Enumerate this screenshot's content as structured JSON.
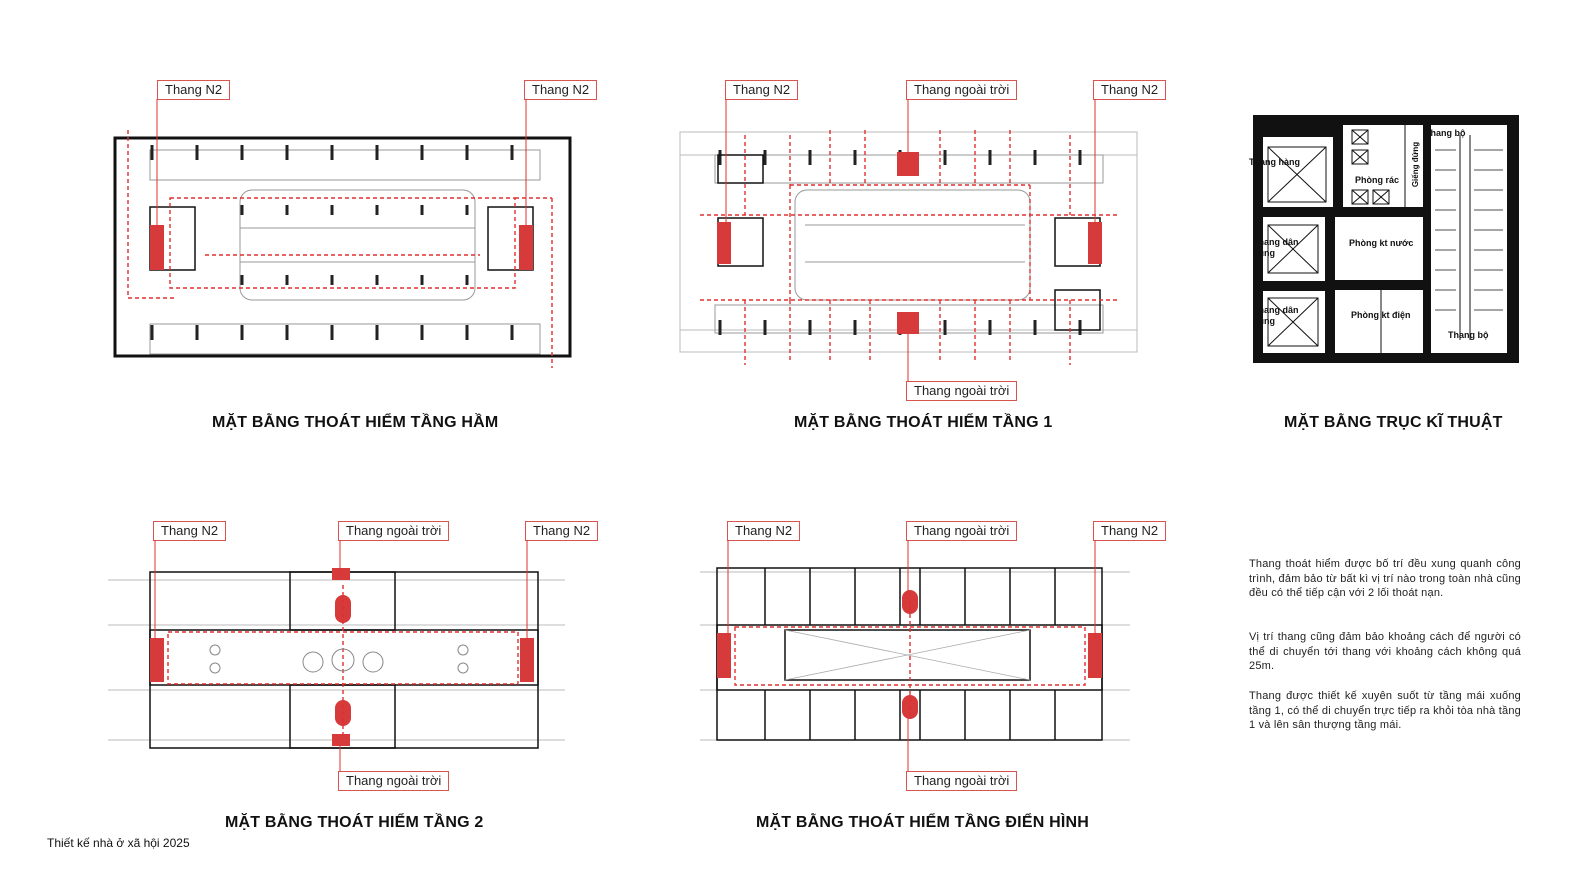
{
  "plans": [
    {
      "title": "MẶT BẰNG THOÁT HIỂM TẦNG HẦM",
      "labels": [
        "Thang N2",
        "Thang N2"
      ]
    },
    {
      "title": "MẶT BẰNG THOÁT HIỂM TẦNG 1",
      "labels": [
        "Thang N2",
        "Thang ngoài trời",
        "Thang N2",
        "Thang ngoài trời"
      ]
    },
    {
      "title": "MẶT BẰNG TRỤC KĨ THUẬT",
      "labels": [
        "Thang bộ",
        "Thang hàng",
        "Phòng rác",
        "Giếng đứng",
        "Thang dân dụng",
        "Phòng kt nước",
        "Thang dân dụng",
        "Phòng kt điện",
        "Thang bộ"
      ]
    },
    {
      "title": "MẶT BẰNG THOÁT HIỂM TẦNG 2",
      "labels": [
        "Thang N2",
        "Thang ngoài trời",
        "Thang N2",
        "Thang ngoài trời"
      ]
    },
    {
      "title": "MẶT BẰNG THOÁT HIỂM TẦNG ĐIỂN HÌNH",
      "labels": [
        "Thang N2",
        "Thang ngoài trời",
        "Thang N2",
        "Thang ngoài trời"
      ]
    }
  ],
  "notes": [
    "Thang thoát hiểm được bố trí đều xung quanh công trình, đảm bảo từ bất kì vị trí nào trong toàn nhà cũng đều có thể tiếp cận với 2 lối thoát nạn.",
    "Vị trí thang cũng đảm bảo khoảng cách để người có thể di chuyển tới thang với khoảng cách không quá 25m.",
    "Thang được thiết kế xuyên suốt từ tầng mái xuống tầng 1, có thể di chuyển trực tiếp ra khỏi tòa nhà tầng 1 và lên sân thượng tầng mái."
  ],
  "footer": "Thiết kế nhà ở xã hội 2025",
  "colors": {
    "stair": "#d63a3a",
    "route": "#e03030",
    "line": "#111111",
    "grid": "#bbbbbb"
  }
}
